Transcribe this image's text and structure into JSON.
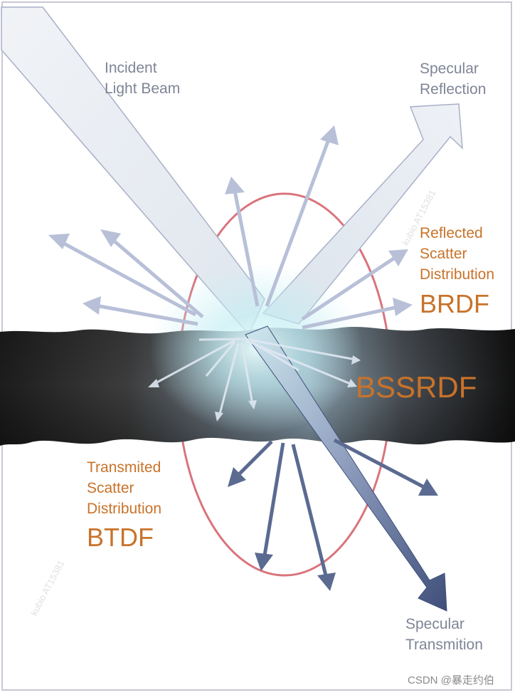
{
  "labels": {
    "incident": [
      "Incident",
      "Light Beam"
    ],
    "specular_reflection": [
      "Specular",
      "Reflection"
    ],
    "reflected_scatter": [
      "Reflected",
      "Scatter",
      "Distribution"
    ],
    "brdf": "BRDF",
    "bssrdf": "BSSRDF",
    "transmitted_scatter": [
      "Transmited",
      "Scatter",
      "Distribution"
    ],
    "btdf": "BTDF",
    "specular_transmission": [
      "Specular",
      "Transmition"
    ]
  },
  "watermarks": [
    "kubio AT15381",
    "kubio AT15381"
  ],
  "credit": "CSDN @暴走约伯",
  "colors": {
    "beam_light": "#e9ecf3",
    "beam_edge": "#a9b0c6",
    "arrow_light": "#b8c0d8",
    "arrow_dark": "#5b6a90",
    "circle": "#d9747c",
    "material_dark": "#151515",
    "glow": "#bfeef2",
    "orange_text": "#c8732a",
    "gray_text": "#7f8596"
  }
}
